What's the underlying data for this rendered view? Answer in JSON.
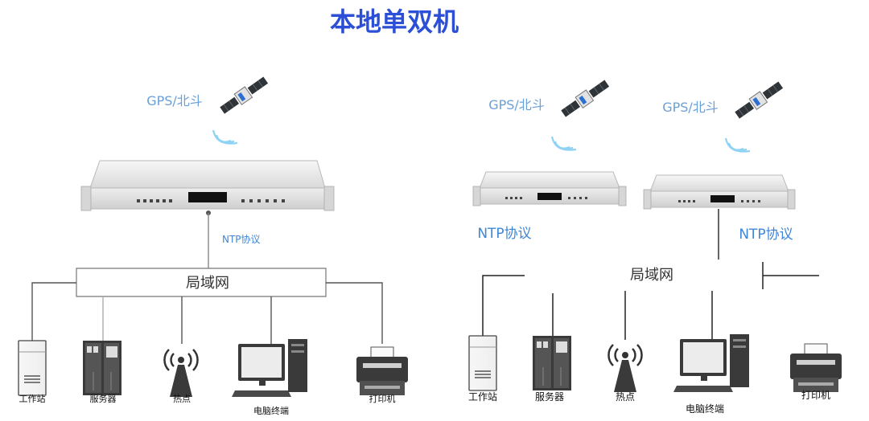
{
  "title": "本地单双机",
  "left": {
    "satellite_label": "GPS/北斗",
    "protocol_label": "NTP协议",
    "network_label": "局域网",
    "devices": [
      {
        "label": "工作站",
        "icon": "workstation-icon"
      },
      {
        "label": "服务器",
        "icon": "server-icon"
      },
      {
        "label": "热点",
        "icon": "hotspot-icon"
      },
      {
        "label": "电脑终端",
        "icon": "computer-terminal-icon"
      },
      {
        "label": "打印机",
        "icon": "printer-icon"
      }
    ]
  },
  "right": {
    "satellite_labels": [
      "GPS/北斗",
      "GPS/北斗"
    ],
    "protocol_labels": [
      "NTP协议",
      "NTP协议"
    ],
    "network_label": "局域网",
    "devices": [
      {
        "label": "工作站",
        "icon": "workstation-icon"
      },
      {
        "label": "服务器",
        "icon": "server-icon"
      },
      {
        "label": "热点",
        "icon": "hotspot-icon"
      },
      {
        "label": "电脑终端",
        "icon": "computer-terminal-icon"
      },
      {
        "label": "打印机",
        "icon": "printer-icon"
      }
    ]
  },
  "colors": {
    "title": "#2b4fd6",
    "gps_text": "#6aa0d8",
    "ntp_text": "#3f86d6",
    "signal": "#8fd3f4",
    "line": "#555555"
  }
}
